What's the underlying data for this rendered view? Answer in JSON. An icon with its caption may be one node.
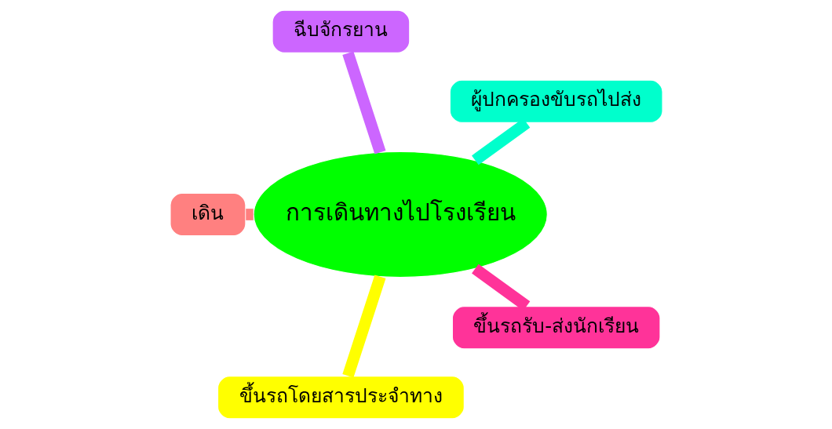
{
  "diagram": {
    "nodes": [
      {
        "text": [
          "การเดินทางไปโรงเรียน"
        ]
      },
      {
        "text": [
          "ผู้ปกครองขับรถไปส่ง"
        ]
      },
      {
        "text": [
          "ฉีบจักรยาน"
        ]
      },
      {
        "text": [
          "เดิน"
        ]
      },
      {
        "text": [
          "ขึ้นรถโดยสารประจำทาง"
        ]
      },
      {
        "text": [
          "ขึ้นรถรับ-ส่งนักเรียน"
        ]
      }
    ],
    "edges": [
      {
        "from": 0,
        "to": 1,
        "arrow": "none",
        "color": "#00ffcc"
      },
      {
        "from": 0,
        "to": 2,
        "arrow": "none",
        "color": "#cc66ff"
      },
      {
        "from": 0,
        "to": 3,
        "arrow": "none",
        "color": "#ff8080"
      },
      {
        "from": 0,
        "to": 4,
        "arrow": "none",
        "color": "#ffff00"
      },
      {
        "from": 0,
        "to": 5,
        "arrow": "none",
        "color": "#ff3399"
      }
    ]
  }
}
